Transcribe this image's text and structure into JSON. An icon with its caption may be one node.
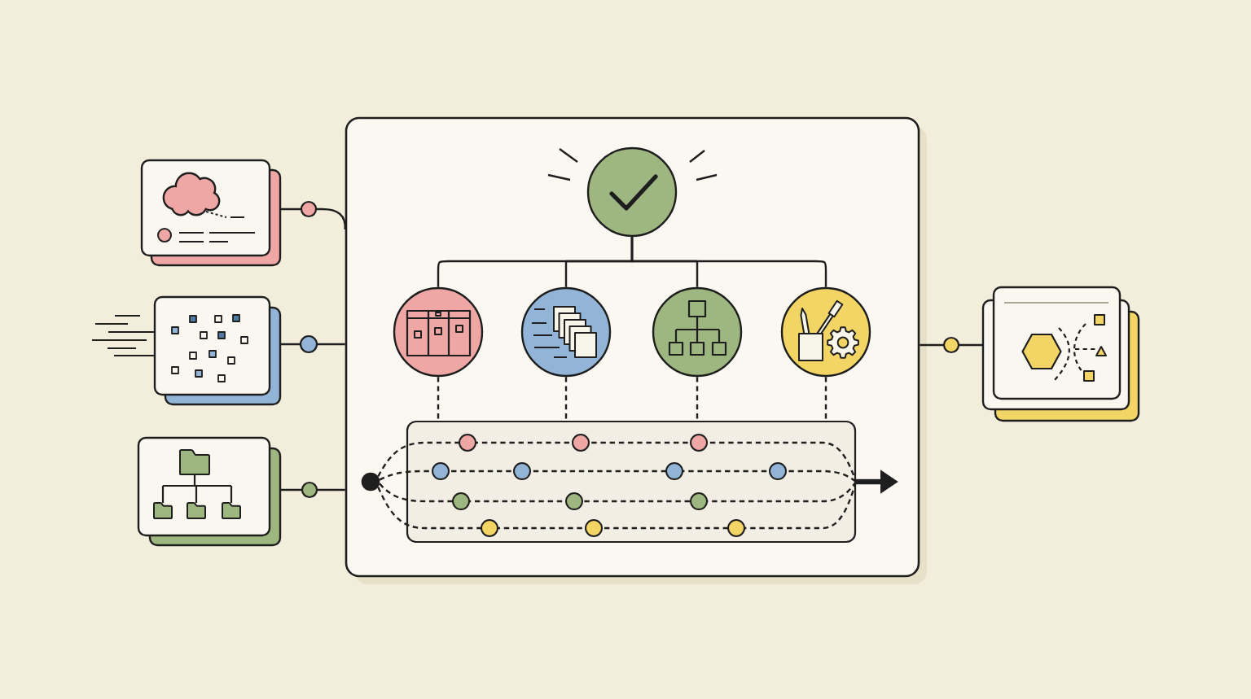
{
  "diagram": {
    "nodes": [
      {
        "text": [],
        "shape": "box"
      },
      {
        "text": [],
        "shape": "box"
      },
      {
        "text": [],
        "shape": "box"
      },
      {
        "text": [],
        "shape": "box"
      },
      {
        "text": [],
        "shape": "circle",
        "in": 0
      },
      {
        "text": [],
        "shape": "circle",
        "in": 0
      },
      {
        "text": [],
        "shape": "circle",
        "in": 0
      },
      {
        "text": [],
        "shape": "circle",
        "in": 0
      },
      {
        "text": [],
        "shape": "circle",
        "in": 0
      },
      {
        "text": [],
        "shape": "box",
        "in": 0
      },
      {
        "text": [],
        "shape": "circle",
        "in": 0
      },
      {
        "text": [],
        "shape": "box"
      }
    ],
    "edges": [
      {
        "from": 1,
        "to": 0,
        "arrow": "none"
      },
      {
        "from": 2,
        "to": 0,
        "arrow": "none"
      },
      {
        "from": 3,
        "to": 0,
        "arrow": "none"
      },
      {
        "from": 0,
        "to": 11,
        "arrow": "none"
      },
      {
        "from": 4,
        "to": 5,
        "arrow": "none"
      },
      {
        "from": 4,
        "to": 6,
        "arrow": "none"
      },
      {
        "from": 4,
        "to": 7,
        "arrow": "none"
      },
      {
        "from": 4,
        "to": 8,
        "arrow": "none"
      },
      {
        "from": 5,
        "to": 9,
        "arrow": "none",
        "style": "dashed"
      },
      {
        "from": 6,
        "to": 9,
        "arrow": "none",
        "style": "dashed"
      },
      {
        "from": 7,
        "to": 9,
        "arrow": "none",
        "style": "dashed"
      },
      {
        "from": 8,
        "to": 9,
        "arrow": "none",
        "style": "dashed"
      },
      {
        "from": 10,
        "to": 9,
        "arrow": "none",
        "style": "dashed"
      },
      {
        "from": 9,
        "to": null,
        "arrow": "to",
        "style": "thick"
      }
    ]
  }
}
